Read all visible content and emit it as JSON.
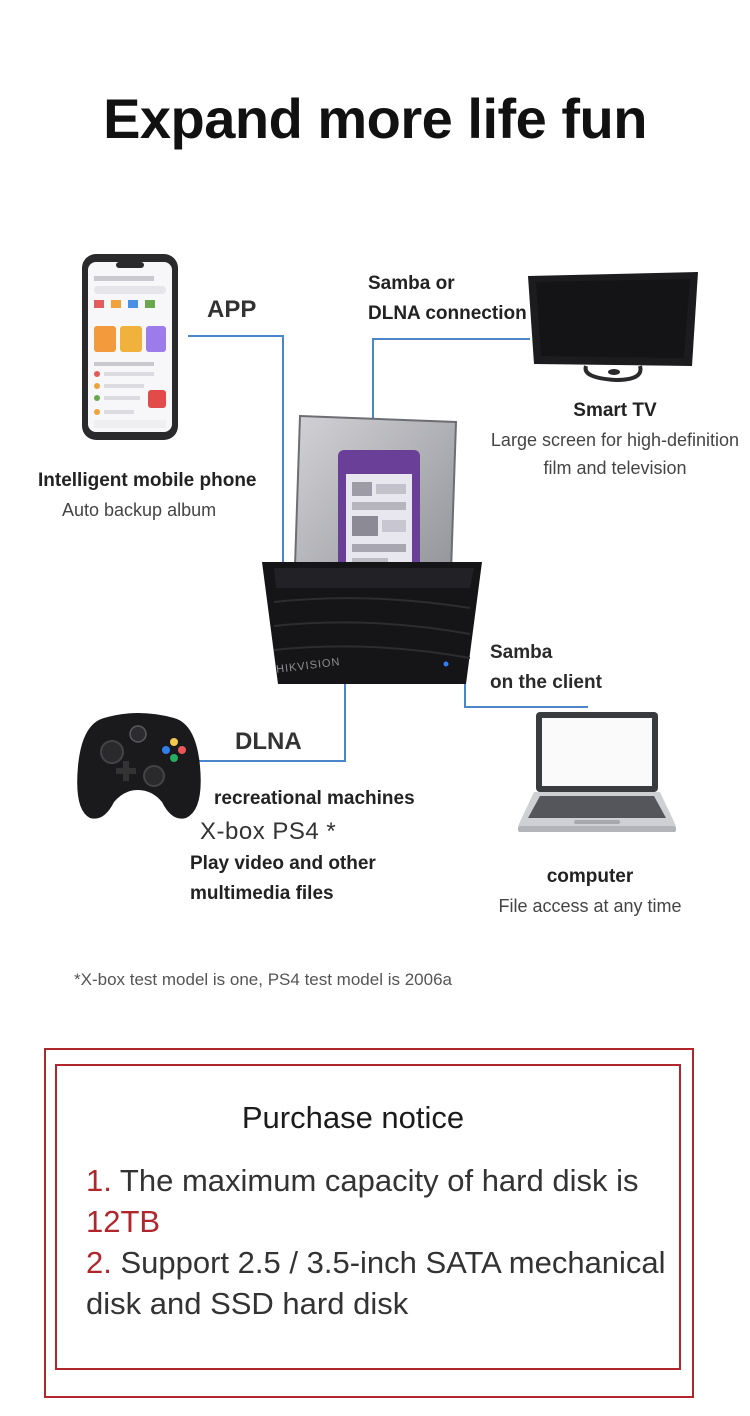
{
  "title": "Expand more life fun",
  "connections": {
    "app": "APP",
    "samba_dlna": [
      "Samba or",
      "DLNA connection"
    ],
    "samba_client": [
      "Samba",
      "on the client"
    ],
    "dlna": "DLNA"
  },
  "devices": {
    "phone": {
      "title": "Intelligent mobile phone",
      "subtitle": "Auto backup album"
    },
    "tv": {
      "title": "Smart TV",
      "subtitle_lines": [
        "Large screen for high-definition",
        "film and television"
      ]
    },
    "game": {
      "title": "recreational machines",
      "models": "X-box PS4 *",
      "desc_lines": [
        "Play video and other",
        "multimedia files"
      ]
    },
    "computer": {
      "title": "computer",
      "subtitle": "File access at any time"
    },
    "dock": {
      "brand": "HIKVISION"
    }
  },
  "footnote": "*X-box test model is one, PS4 test model is 2006a",
  "notice": {
    "title": "Purchase notice",
    "items": [
      {
        "num": "1.",
        "text": " The maximum capacity of hard disk is",
        "highlight": "12TB"
      },
      {
        "num": "2.",
        "text": " Support 2.5 / 3.5-inch SATA mechanical disk and SSD hard disk"
      }
    ]
  },
  "colors": {
    "accent_red": "#b0262c",
    "line_blue": "#4a86c8"
  }
}
